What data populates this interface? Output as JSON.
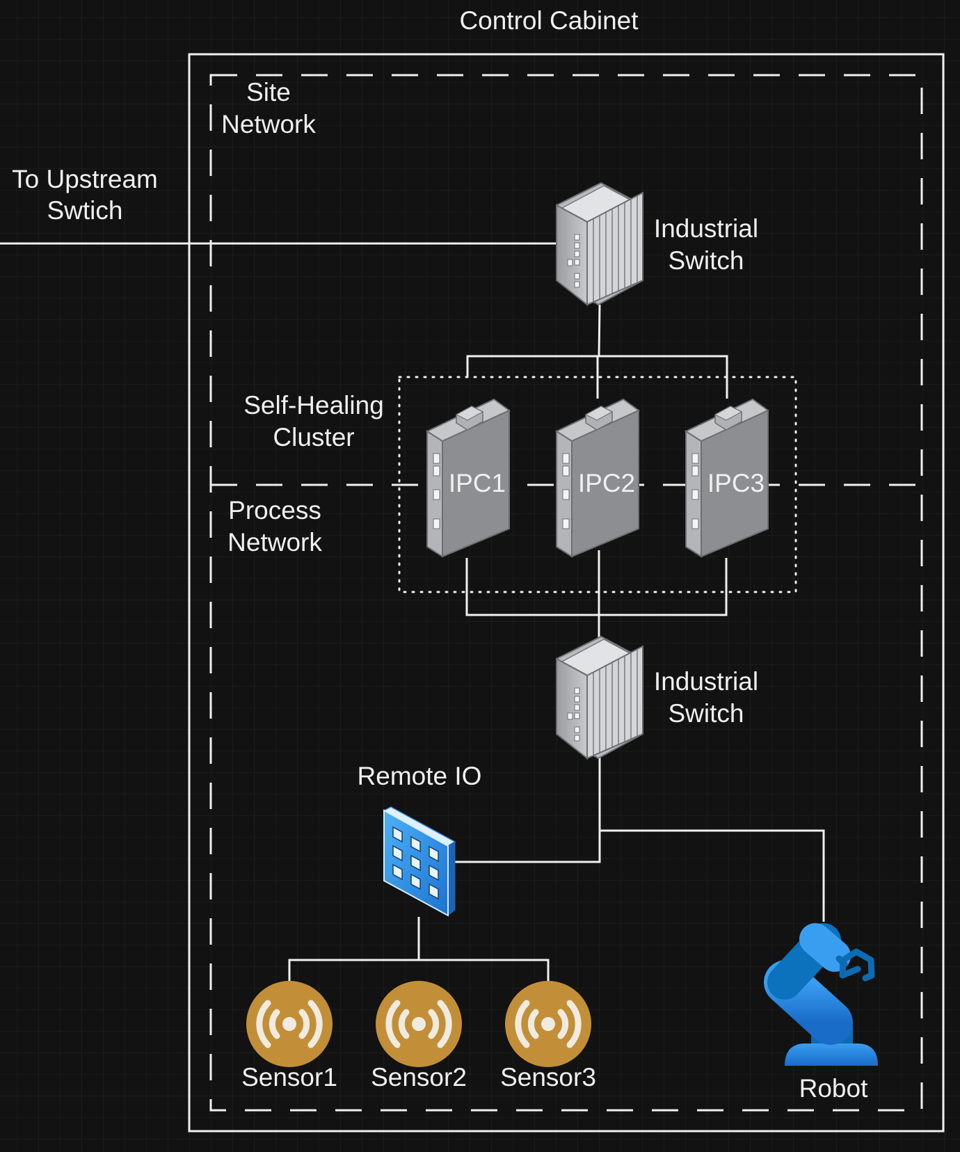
{
  "labels": {
    "cabinet": "Control Cabinet",
    "site_network": [
      "Site",
      "Network"
    ],
    "upstream": [
      "To Upstream",
      "Swtich"
    ],
    "switch_top": [
      "Industrial",
      "Switch"
    ],
    "cluster": [
      "Self-Healing",
      "Cluster"
    ],
    "process_network": [
      "Process",
      "Network"
    ],
    "ipcs": [
      "IPC1",
      "IPC2",
      "IPC3"
    ],
    "switch_bottom": [
      "Industrial",
      "Switch"
    ],
    "remote_io": "Remote IO",
    "sensors": [
      "Sensor1",
      "Sensor2",
      "Sensor3"
    ],
    "robot": "Robot"
  },
  "colors": {
    "background": "#121212",
    "line": "#f0f0f0",
    "sensor": "#c28f38",
    "robot_light": "#2f8fe0",
    "robot_dark": "#0a6fb5",
    "remote_io": "#2f90e8",
    "device_gray": "#8d8e91"
  },
  "icons": {
    "switch": "industrial-switch-icon",
    "ipc": "industrial-pc-icon",
    "remote_io": "remote-io-icon",
    "sensor": "wireless-sensor-icon",
    "robot": "robot-arm-icon"
  }
}
